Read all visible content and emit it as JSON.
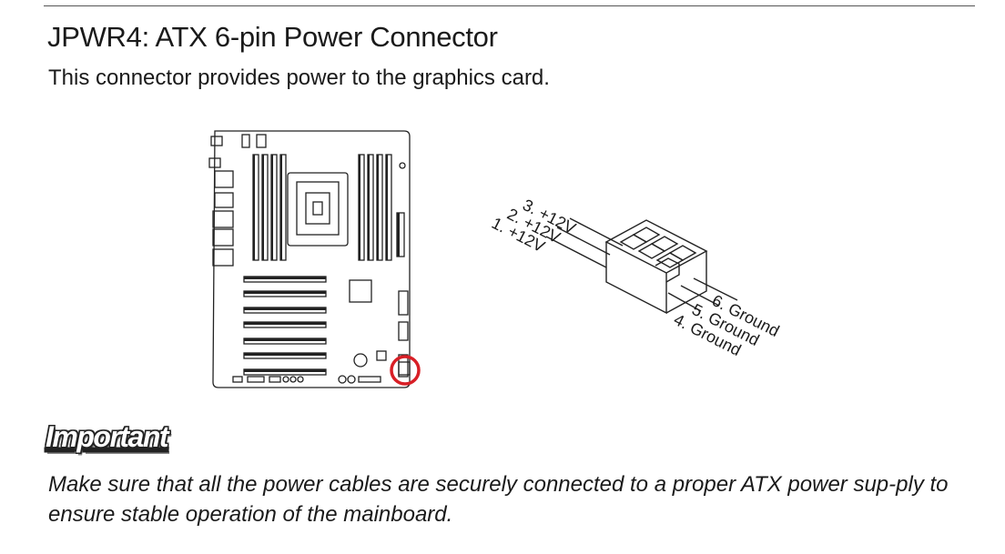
{
  "header": {
    "title": "JPWR4: ATX 6-pin Power Connector"
  },
  "intro": {
    "text": "This connector provides power to the graphics card."
  },
  "connector_diagram": {
    "pins": [
      {
        "label": "3. +12V"
      },
      {
        "label": "2. +12V"
      },
      {
        "label": "1. +12V"
      },
      {
        "label": "6. Ground"
      },
      {
        "label": "5. Ground"
      },
      {
        "label": "4. Ground"
      }
    ]
  },
  "highlight": {
    "color": "#d81f26"
  },
  "important": {
    "heading": "Important",
    "note": "Make sure that all the power cables are securely connected to a proper ATX power sup-ply to ensure stable operation of the mainboard."
  }
}
